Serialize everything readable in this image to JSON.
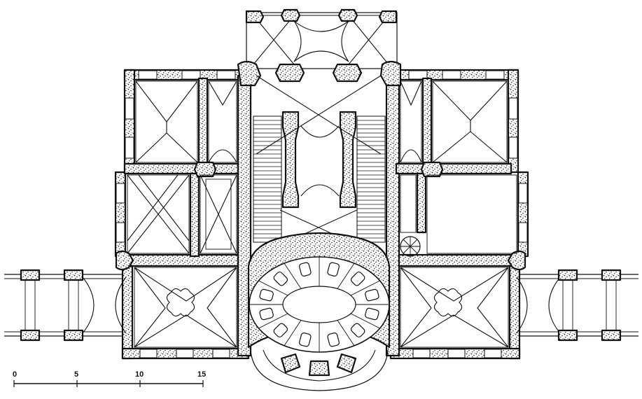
{
  "scale_bar": {
    "labels": [
      "0",
      "5",
      "10",
      "15"
    ]
  },
  "colors": {
    "ink": "#111111",
    "paper": "#ffffff"
  }
}
